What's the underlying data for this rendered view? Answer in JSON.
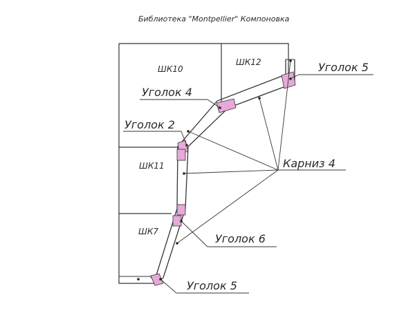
{
  "title": "Библиотека \"Montpellier\" Компоновка",
  "cabinets": {
    "shk10": "ШК10",
    "shk12": "ШК12",
    "shk11": "ШК11",
    "shk7": "ШК7"
  },
  "callouts": {
    "ugolok5_top": "Уголок 5",
    "ugolok4": "Уголок 4",
    "ugolok2": "Уголок 2",
    "karniz4": "Карниз 4",
    "ugolok6": "Уголок 6",
    "ugolok5_bottom": "Уголок 5"
  },
  "colors": {
    "corner_fill": "#e6a9d9",
    "line": "#333333"
  }
}
